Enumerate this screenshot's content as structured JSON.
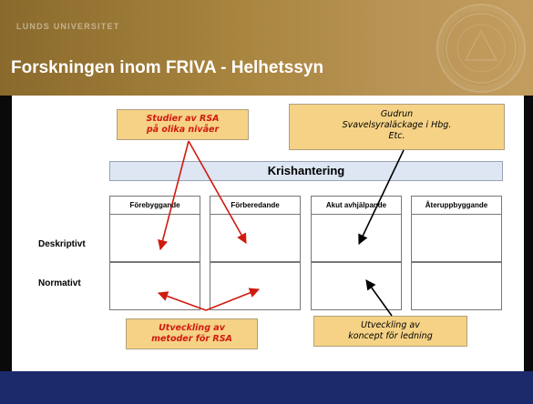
{
  "header": {
    "university": "LUNDS UNIVERSITET",
    "title": "Forskningen inom FRIVA - Helhetssyn"
  },
  "seal": {
    "icon": "university-seal-icon"
  },
  "callouts": {
    "rsa_studies": [
      "Studier av RSA",
      "på olika nivåer"
    ],
    "gudrun": [
      "Gudrun",
      "Svavelsyraläckage i Hbg.",
      "Etc."
    ],
    "methods": [
      "Utveckling av",
      "metoder för RSA"
    ],
    "concept": [
      "Utveckling av",
      "koncept för ledning"
    ]
  },
  "table": {
    "title": "Krishantering",
    "columns": [
      "Förebyggande",
      "Förberedande",
      "Akut avhjälpande",
      "Återuppbyggande"
    ],
    "rows": [
      "Deskriptivt",
      "Normativt"
    ]
  },
  "colors": {
    "band": "#a8853f",
    "footer": "#1b2a6b",
    "callout_fill": "#f5d285",
    "red_text": "#d01a10",
    "header_fill": "#dde6f2"
  }
}
